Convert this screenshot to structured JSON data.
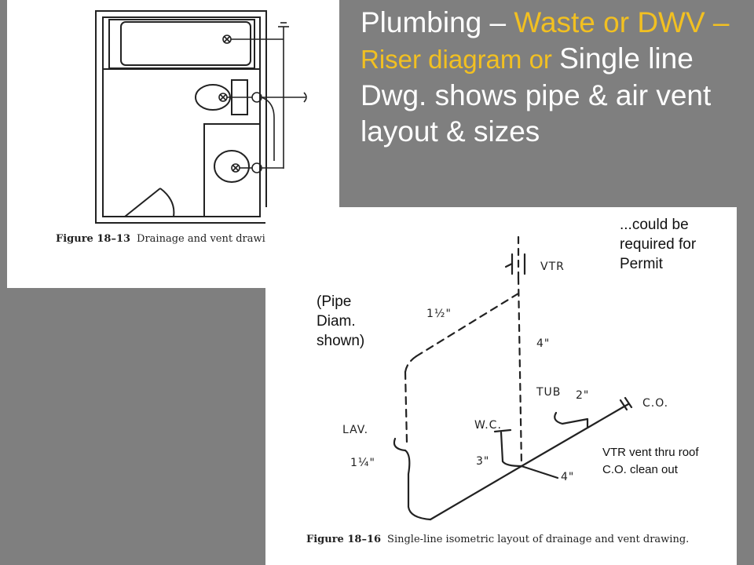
{
  "slide": {
    "title_segments": [
      {
        "text": "Plumbing – ",
        "style": "normal"
      },
      {
        "text": "Waste or DWV – ",
        "style": "highlight"
      },
      {
        "text": "Riser diagram or ",
        "style": "highlight-medium"
      },
      {
        "text": "Single line Dwg. shows pipe & air vent layout & sizes",
        "style": "normal"
      }
    ],
    "colors": {
      "background": "#7f7f7f",
      "title": "#ffffff",
      "highlight": "#f2c021"
    }
  },
  "figure1": {
    "number": "Figure 18–13",
    "caption": "Drainage and vent drawing."
  },
  "figure2": {
    "number": "Figure 18–16",
    "caption": "Single-line isometric layout of drainage and vent drawing.",
    "labels": {
      "vtr": "VTR",
      "vent_size": "1½\"",
      "stack_size": "4\"",
      "tub": "TUB",
      "tub_size": "2\"",
      "cleanout": "C.O.",
      "wc": "W.C.",
      "wc_size": "3\"",
      "main_size": "4\"",
      "lav": "LAV.",
      "lav_size": "1¼\""
    }
  },
  "notes": {
    "permit": "...could be required for Permit",
    "pipe_diam": "(Pipe Diam. shown)",
    "legend": [
      "VTR vent thru roof",
      "C.O. clean out"
    ]
  }
}
